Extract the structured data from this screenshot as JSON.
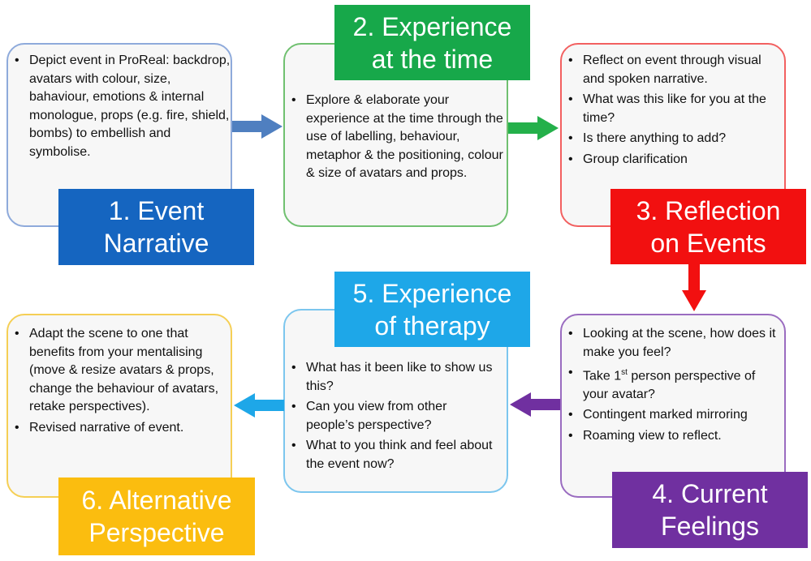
{
  "stages": [
    {
      "title": "1. Event\nNarrative",
      "color": "#1565c0",
      "border": "#8eaadb",
      "bullets": [
        "Depict event in ProReal: backdrop, avatars with colour, size, bahaviour, emotions & internal monologue, props (e.g. fire, shield, bombs) to embellish and symbolise."
      ]
    },
    {
      "title": "2. Experience\nat the time",
      "color": "#17a84a",
      "border": "#70c070",
      "bullets": [
        "Explore & elaborate your experience at the time through the use of labelling, behaviour, metaphor & the positioning, colour & size of avatars and props."
      ]
    },
    {
      "title": "3. Reflection\non Events",
      "color": "#f21010",
      "border": "#f26060",
      "bullets": [
        "Reflect on event through visual and spoken narrative.",
        "What was this like for you at the time?",
        "Is there anything to add?",
        "Group  clarification"
      ]
    },
    {
      "title": "4. Current\nFeelings",
      "color": "#7030a0",
      "border": "#9a6cc0",
      "bullets": [
        "Looking at the scene, how does it make you feel?",
        "Take 1st person perspective of your avatar?",
        "Contingent marked mirroring",
        "Roaming view to reflect."
      ]
    },
    {
      "title": "5. Experience\nof therapy",
      "color": "#1ea7e8",
      "border": "#7cc6ee",
      "bullets": [
        "What has it been like to show us this?",
        "Can you view from other people’s perspective?",
        "What to you think and feel about the event now?"
      ]
    },
    {
      "title": "6. Alternative\nPerspective",
      "color": "#fbbd0f",
      "border": "#f5cf55",
      "bullets": [
        "Adapt the scene to one that benefits from your mentalising (move & resize avatars & props, change the behaviour of avatars, retake perspectives).",
        "Revised narrative of event."
      ]
    }
  ]
}
